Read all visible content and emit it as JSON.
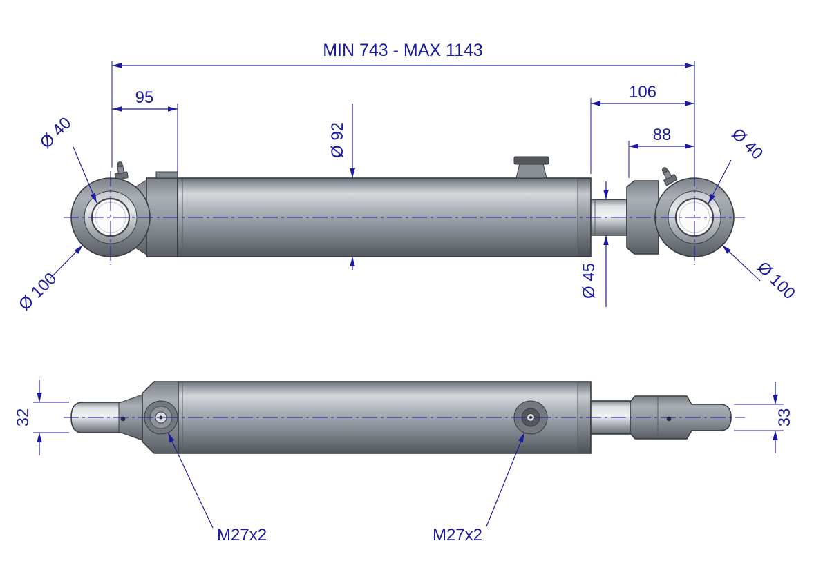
{
  "colors": {
    "dimension_blue": "#1b1b9e",
    "outline_dark": "#383c42",
    "background": "#ffffff",
    "steel_highlight": "#d6d9dc",
    "steel_mid": "#9aa0a7",
    "steel_shadow": "#565b62"
  },
  "dimensions": {
    "overall_length": "MIN 743 - MAX 1143",
    "left_eye_to_barrel": "95",
    "barrel_to_right_eye": "106",
    "rod_end_length": "88",
    "barrel_diameter": "Ø 92",
    "rod_diameter": "Ø 45",
    "left_eye_bore": "Ø 40",
    "left_eye_outer": "Ø 100",
    "right_eye_bore": "Ø 40",
    "right_eye_outer": "Ø 100",
    "left_eye_width": "32",
    "right_eye_width": "33",
    "left_port_thread": "M27x2",
    "right_port_thread": "M27x2"
  }
}
